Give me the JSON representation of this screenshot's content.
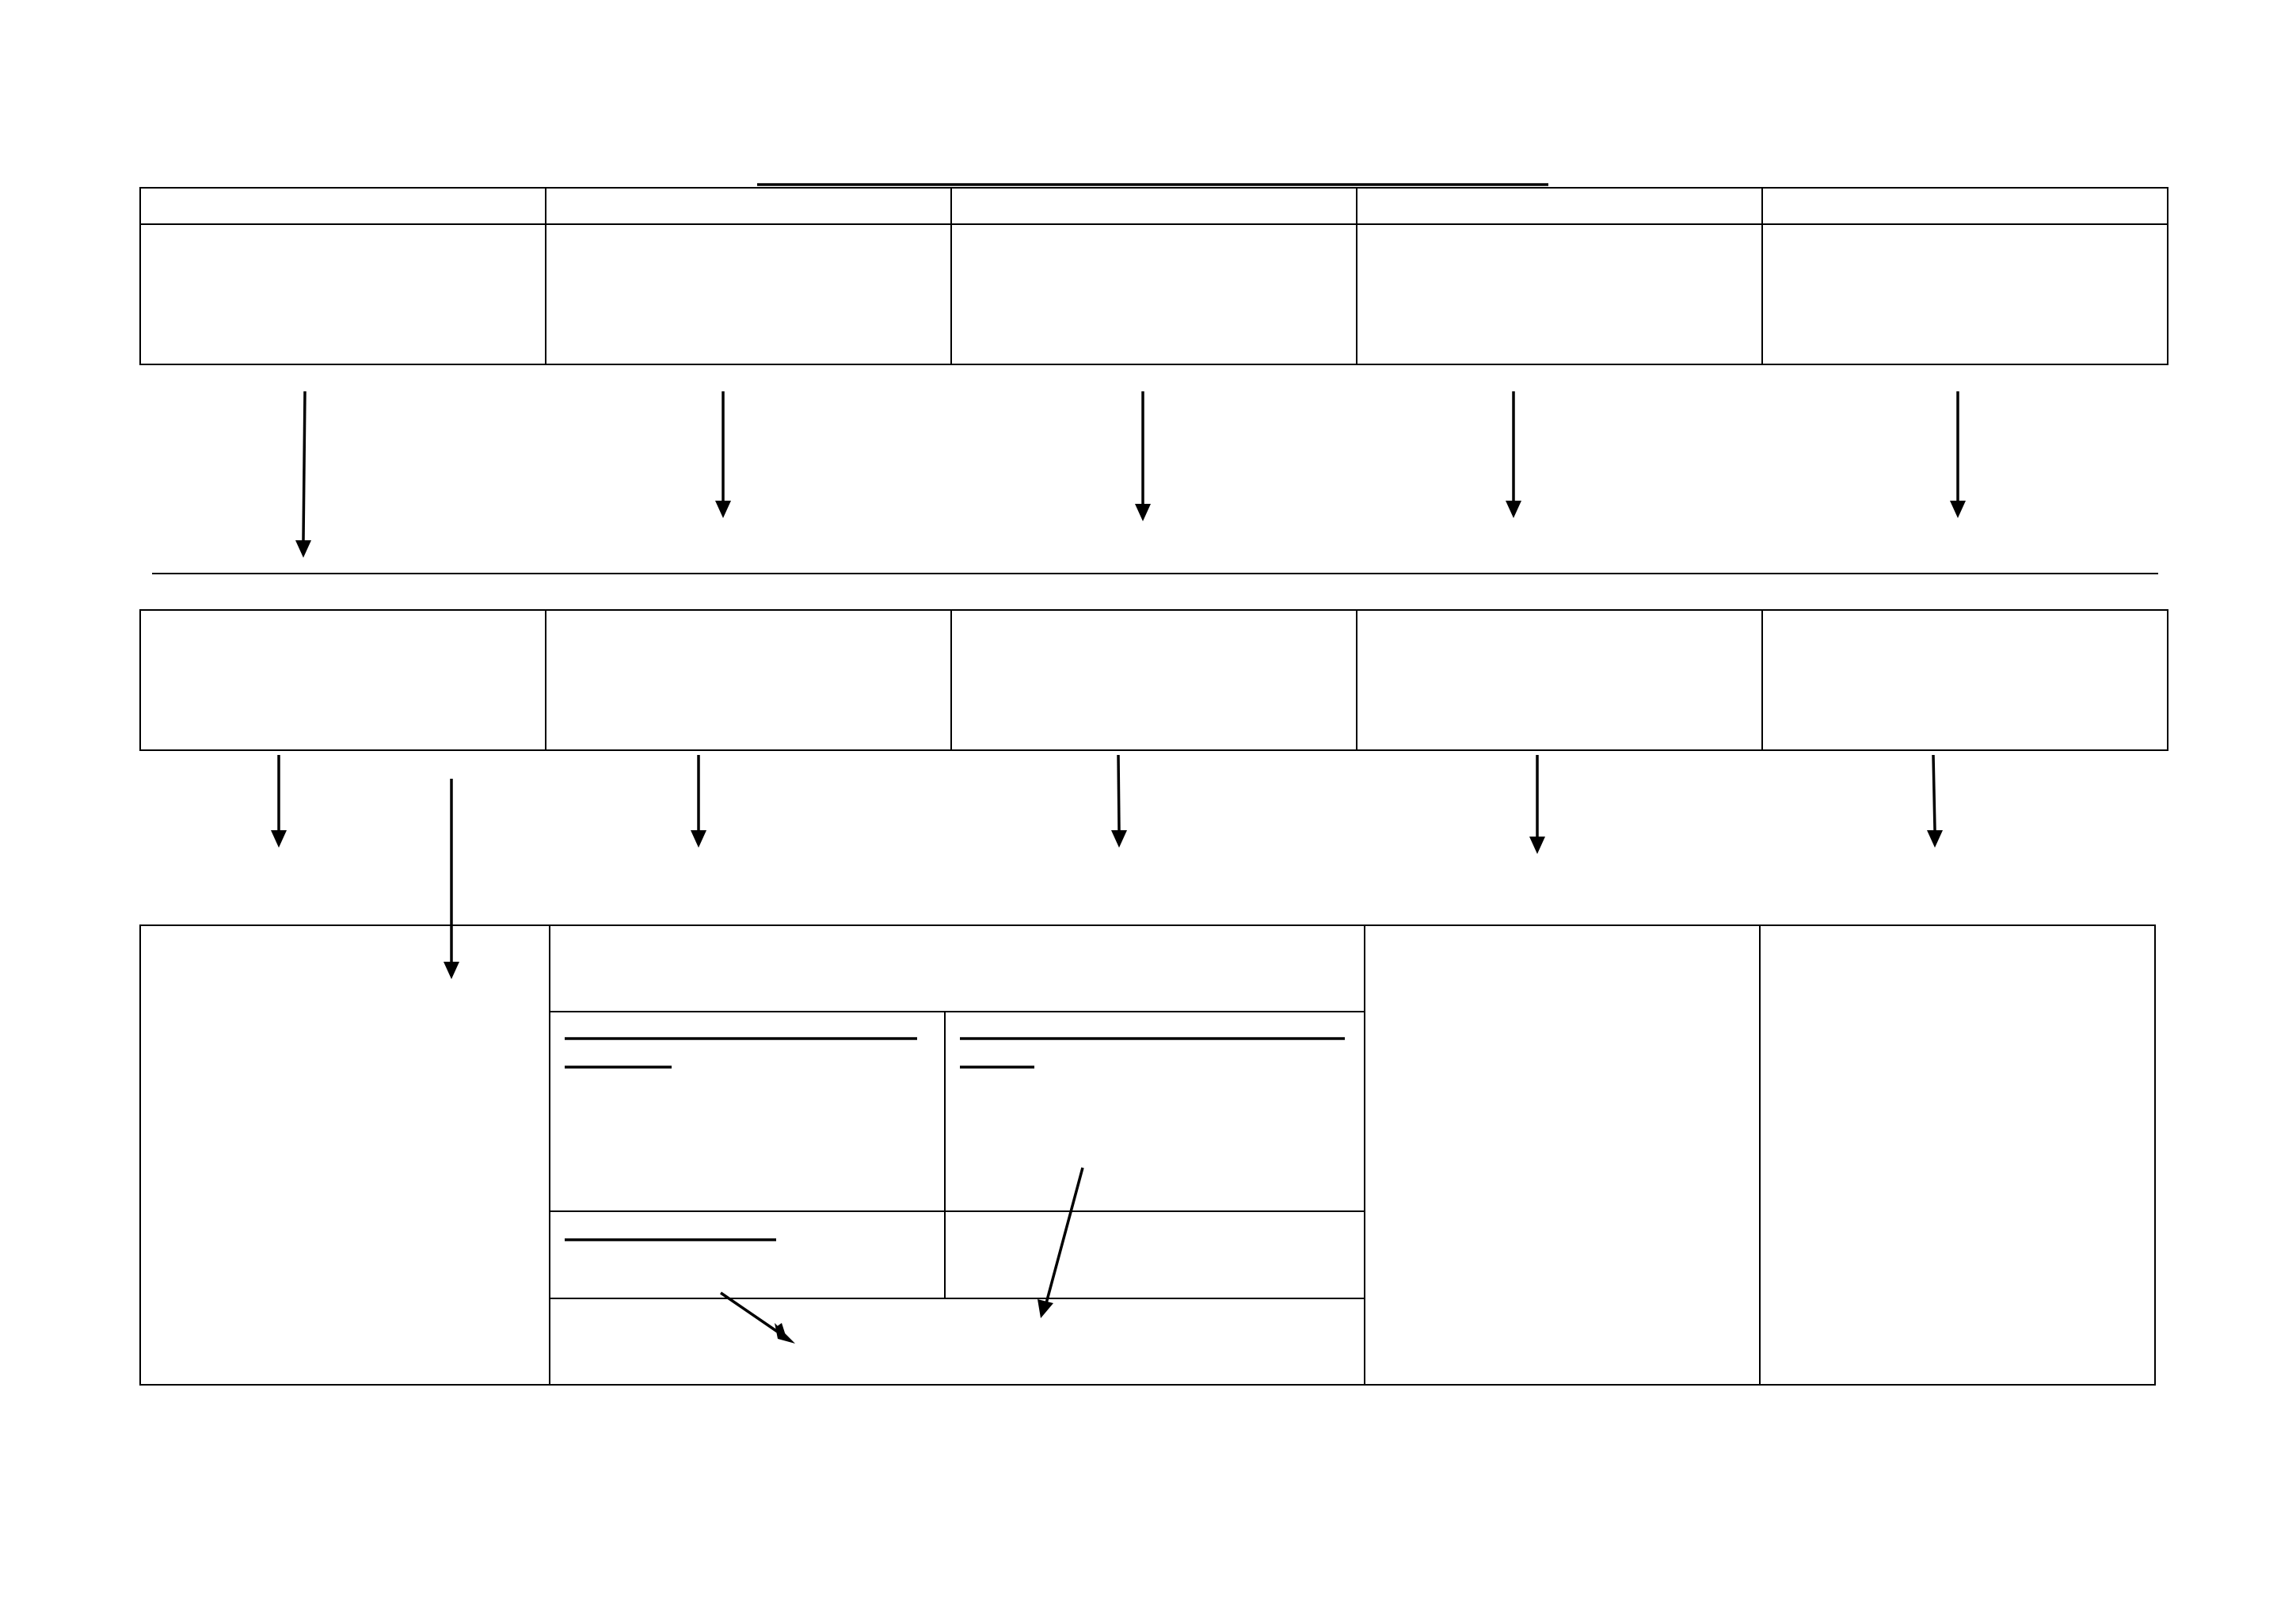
{
  "title": "",
  "diagram": {
    "colors": {
      "line": "#000000",
      "background": "#ffffff"
    },
    "row1": {
      "columns": 5,
      "header_cells": [
        "",
        "",
        "",
        "",
        ""
      ],
      "body_cells": [
        "",
        "",
        "",
        "",
        ""
      ]
    },
    "row2": {
      "columns": 5,
      "cells": [
        "",
        "",
        "",
        "",
        ""
      ]
    },
    "row3": {
      "cells": {
        "left": "",
        "center_top": "",
        "center_mid_left": "",
        "center_mid_right": "",
        "center_low_left": "",
        "center_low_right": "",
        "center_bottom": "",
        "right_a": "",
        "right_b": ""
      }
    },
    "arrows_row1_to_row2": 5,
    "arrows_row2_to_row3": 6,
    "inner_arrows": 2
  }
}
